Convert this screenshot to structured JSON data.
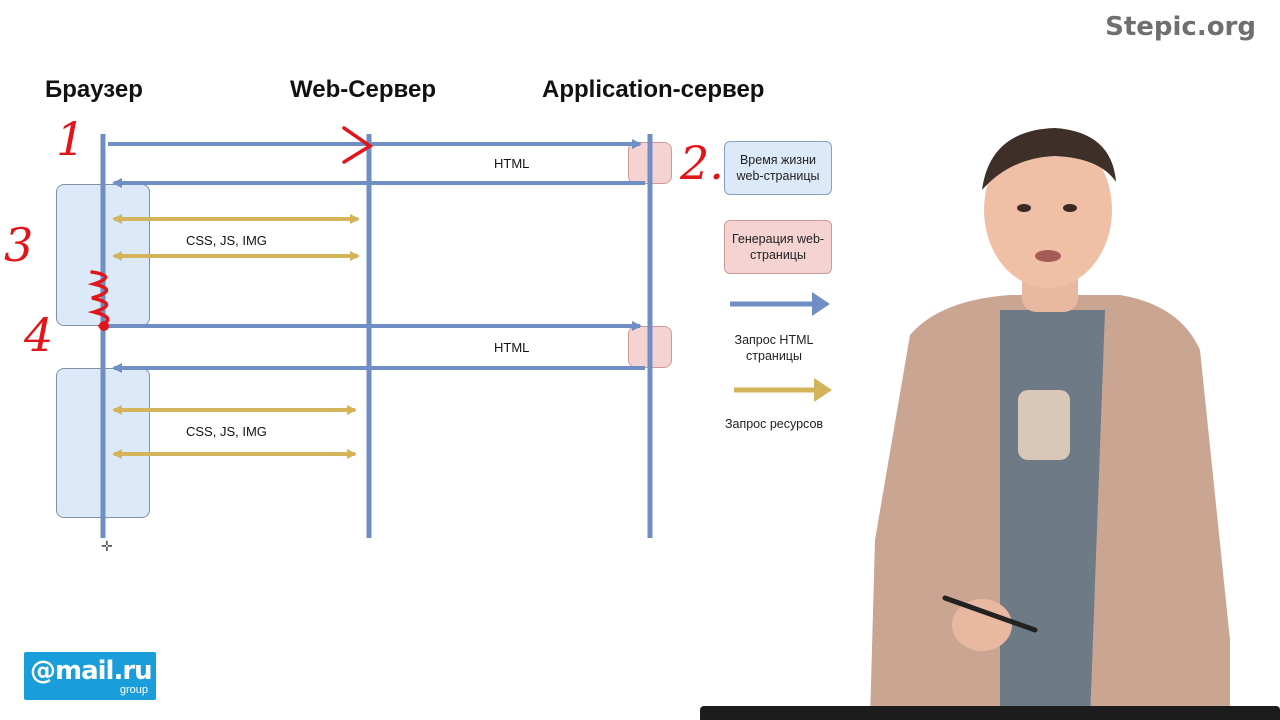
{
  "watermark": "Stepic.org",
  "columns": {
    "browser": "Браузер",
    "web_server": "Web-Сервер",
    "app_server": "Application-сервер"
  },
  "diagram": {
    "html_label_1": "HTML",
    "html_label_2": "HTML",
    "resources_label_1": "CSS, JS, IMG",
    "resources_label_2": "CSS, JS, IMG"
  },
  "legend": {
    "page_lifetime": "Время жизни web-страницы",
    "page_generation": "Генерация web-страницы",
    "html_request": "Запрос HTML страницы",
    "resource_request": "Запрос ресурсов"
  },
  "annotations": {
    "n1": "1",
    "n2": "2.",
    "n3": "3",
    "n4": "4"
  },
  "logo": {
    "main": "@mail.ru",
    "sub": "group"
  },
  "colors": {
    "request_arrow": "#6f8fc4",
    "resource_arrow": "#d4b45a",
    "lifetime_box": "#dce9f8",
    "generation_box": "#f6d3d3",
    "annotation": "#e0161b"
  }
}
